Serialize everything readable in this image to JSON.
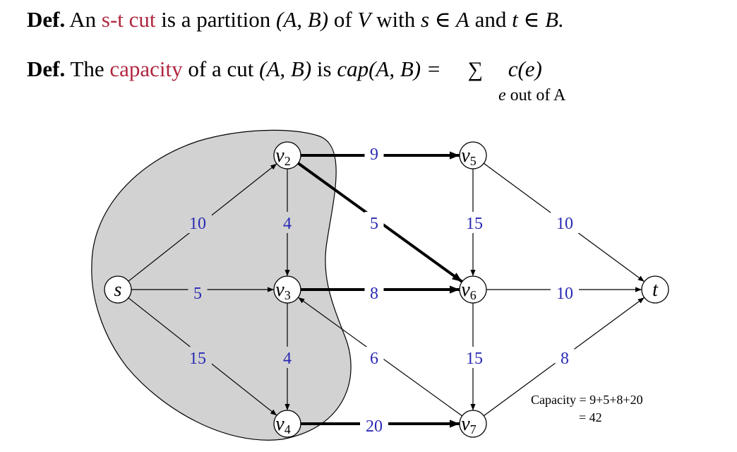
{
  "def1": {
    "lead": "Def.",
    "pre": "An",
    "term": "s-t cut",
    "post": "is a partition",
    "expr1": "(A, B)",
    "mid1": "of",
    "expr2": "V",
    "mid2": "with",
    "expr3": "s ∈ A",
    "mid3": "and",
    "expr4": "t ∈ B."
  },
  "def2": {
    "lead": "Def.",
    "pre": "The",
    "term": "capacity",
    "post": "of a cut",
    "expr1": "(A, B)",
    "mid": "is",
    "expr2": "cap(A, B) =",
    "sigma": "∑",
    "expr3": "c(e)",
    "sub_var": "e",
    "sub_text": "out of A"
  },
  "graph": {
    "nodes": [
      {
        "id": "s",
        "label": "s",
        "sub": ""
      },
      {
        "id": "v2",
        "label": "v",
        "sub": "2"
      },
      {
        "id": "v3",
        "label": "v",
        "sub": "3"
      },
      {
        "id": "v4",
        "label": "v",
        "sub": "4"
      },
      {
        "id": "v5",
        "label": "v",
        "sub": "5"
      },
      {
        "id": "v6",
        "label": "v",
        "sub": "6"
      },
      {
        "id": "v7",
        "label": "v",
        "sub": "7"
      },
      {
        "id": "t",
        "label": "t",
        "sub": ""
      }
    ],
    "edges": [
      {
        "from": "s",
        "to": "v2",
        "capacity": "10",
        "crossing": false
      },
      {
        "from": "s",
        "to": "v3",
        "capacity": "5",
        "crossing": false
      },
      {
        "from": "s",
        "to": "v4",
        "capacity": "15",
        "crossing": false
      },
      {
        "from": "v2",
        "to": "v3",
        "capacity": "4",
        "crossing": false
      },
      {
        "from": "v3",
        "to": "v4",
        "capacity": "4",
        "crossing": false
      },
      {
        "from": "v2",
        "to": "v5",
        "capacity": "9",
        "crossing": true
      },
      {
        "from": "v2",
        "to": "v6",
        "capacity": "5",
        "crossing": true
      },
      {
        "from": "v3",
        "to": "v6",
        "capacity": "8",
        "crossing": true
      },
      {
        "from": "v4",
        "to": "v7",
        "capacity": "20",
        "crossing": true
      },
      {
        "from": "v7",
        "to": "v3",
        "capacity": "6",
        "crossing": false
      },
      {
        "from": "v5",
        "to": "v6",
        "capacity": "15",
        "crossing": false
      },
      {
        "from": "v6",
        "to": "v7",
        "capacity": "15",
        "crossing": false
      },
      {
        "from": "v5",
        "to": "t",
        "capacity": "10",
        "crossing": false
      },
      {
        "from": "v6",
        "to": "t",
        "capacity": "10",
        "crossing": false
      },
      {
        "from": "v7",
        "to": "t",
        "capacity": "8",
        "crossing": false
      }
    ],
    "note_line1": "Capacity = 9+5+8+20",
    "note_line2": "= 42",
    "colors": {
      "cut_region": "#d2d2d2",
      "capacity_text": "#2a2ab5",
      "term": "#b0273f"
    }
  }
}
